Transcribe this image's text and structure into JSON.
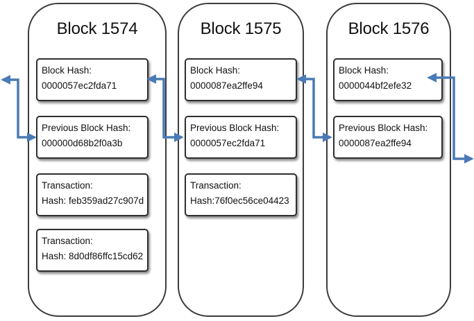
{
  "colors": {
    "arrow": "#4a7ab5",
    "border": "#2e2e2e",
    "background": "#ffffff"
  },
  "blocks": [
    {
      "title": "Block 1574",
      "fields": [
        {
          "label": "Block Hash:",
          "value": "0000057ec2fda71"
        },
        {
          "label": "Previous Block Hash:",
          "value": "000000d68b2f0a3b"
        },
        {
          "label": "Transaction:",
          "value": "Hash: feb359ad27c907d"
        },
        {
          "label": "Transaction:",
          "value": "Hash: 8d0df86ffc15cd62"
        }
      ]
    },
    {
      "title": "Block 1575",
      "fields": [
        {
          "label": "Block Hash:",
          "value": "0000087ea2ffe94"
        },
        {
          "label": "Previous Block Hash:",
          "value": "0000057ec2fda71"
        },
        {
          "label": "Transaction:",
          "value": "Hash:76f0ec56ce04423"
        }
      ]
    },
    {
      "title": "Block 1576",
      "fields": [
        {
          "label": "Block Hash:",
          "value": "0000044bf2efe32"
        },
        {
          "label": "Previous Block Hash:",
          "value": "0000087ea2ffe94"
        }
      ]
    }
  ]
}
